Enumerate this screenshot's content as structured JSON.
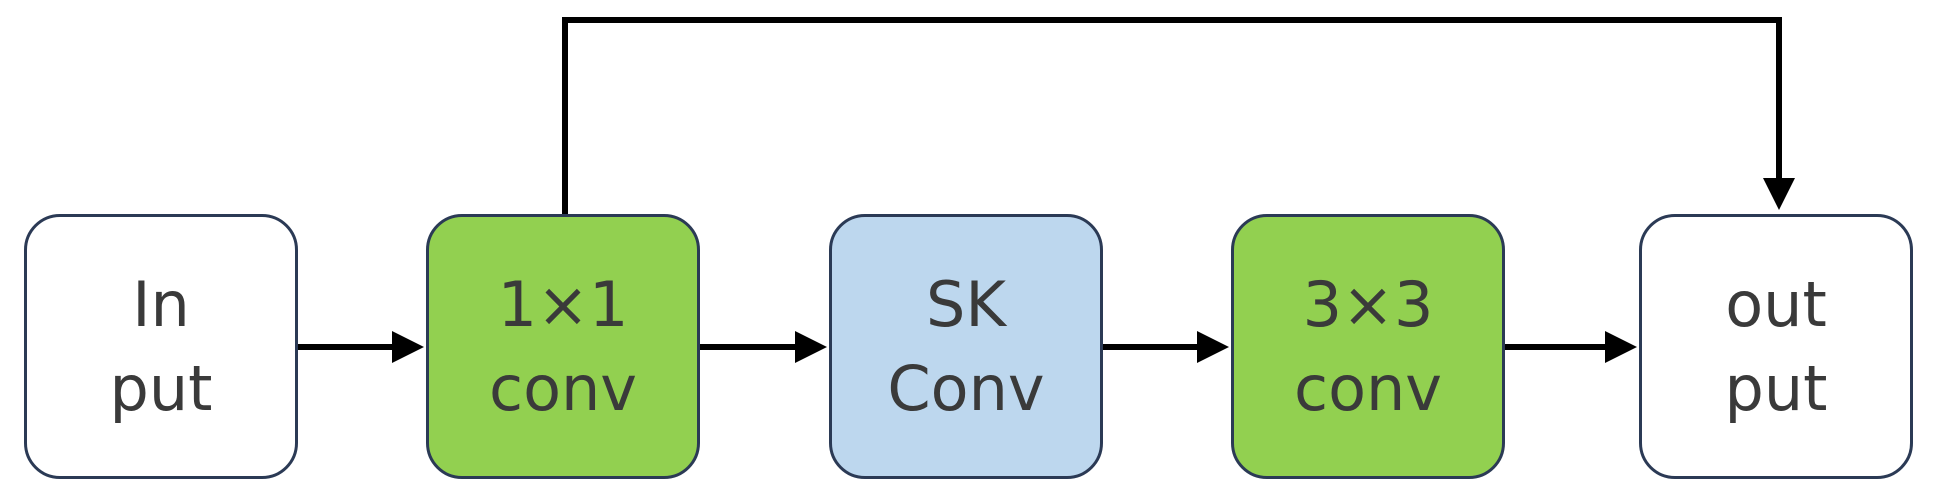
{
  "colors": {
    "white_block": "#ffffff",
    "conv_block": "#92d050",
    "sk_block": "#bdd7ee",
    "border": "#2b3a55",
    "arrow": "#000000"
  },
  "nodes": [
    {
      "id": "input",
      "line1": "In",
      "line2": "put",
      "fill": "#ffffff"
    },
    {
      "id": "conv1x1",
      "line1": "1×1",
      "line2": "conv",
      "fill": "#92d050"
    },
    {
      "id": "skconv",
      "line1": "SK",
      "line2": "Conv",
      "fill": "#bdd7ee"
    },
    {
      "id": "conv3x3",
      "line1": "3×3",
      "line2": "conv",
      "fill": "#92d050"
    },
    {
      "id": "output",
      "line1": "out",
      "line2": "put",
      "fill": "#ffffff"
    }
  ],
  "edges": [
    {
      "from": "input",
      "to": "conv1x1"
    },
    {
      "from": "conv1x1",
      "to": "skconv"
    },
    {
      "from": "skconv",
      "to": "conv3x3"
    },
    {
      "from": "conv3x3",
      "to": "output"
    },
    {
      "from": "conv1x1",
      "to": "output",
      "kind": "skip"
    }
  ]
}
